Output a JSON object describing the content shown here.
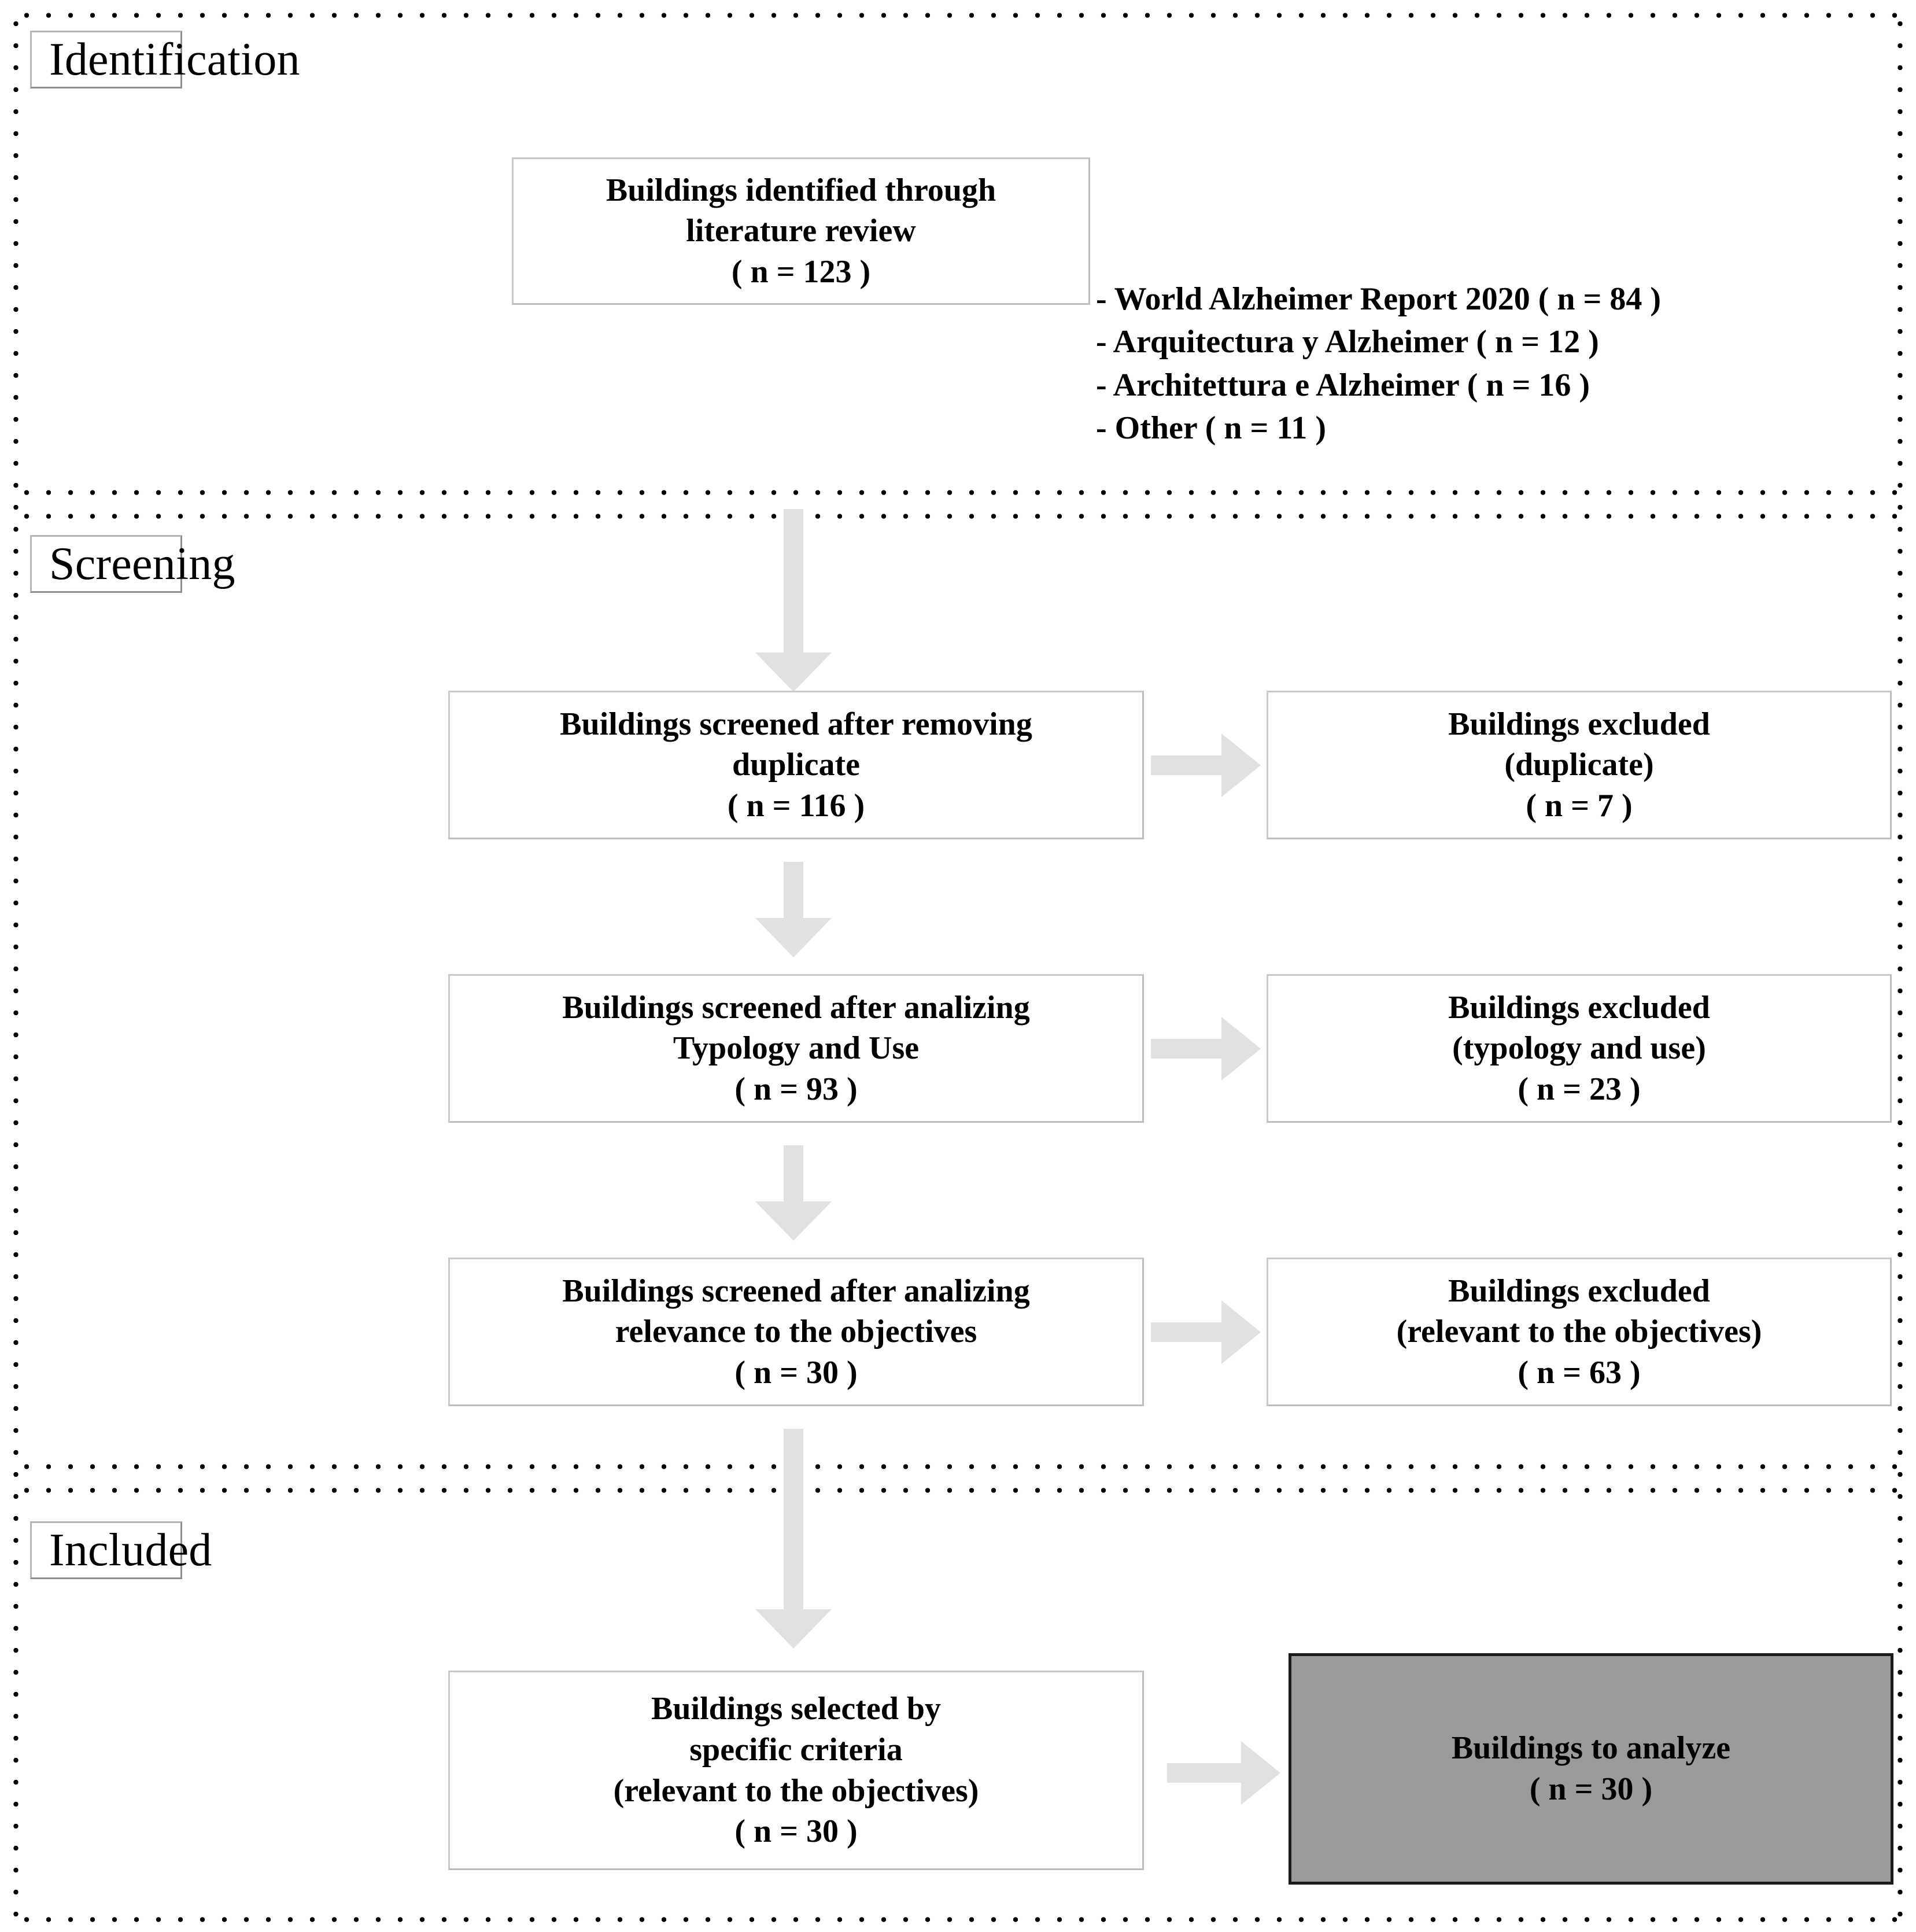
{
  "diagram": {
    "title": "PRISMA building selection flow diagram",
    "accent_arrow_color": "#dfe1e3",
    "box_border_color": "#bdbdbd",
    "highlight_fill_color": "#9b9b9b",
    "highlight_border_color": "#1a1a1a"
  },
  "stages": [
    {
      "id": "identification",
      "label": "Identification"
    },
    {
      "id": "screening",
      "label": "Screening"
    },
    {
      "id": "included",
      "label": "Included"
    }
  ],
  "identification": {
    "main_box": {
      "lines": [
        "Buildings identified through",
        "literature review",
        "( n = 123 )"
      ]
    },
    "sources": [
      "- World Alzheimer Report 2020 ( n = 84 )",
      "- Arquitectura y Alzheimer ( n = 12 )",
      "- Architettura e Alzheimer ( n = 16 )",
      "- Other ( n = 11 )"
    ]
  },
  "screening": {
    "rows": [
      {
        "kept": {
          "lines": [
            "Buildings screened after removing",
            "duplicate",
            "( n = 116 )"
          ]
        },
        "excluded": {
          "lines": [
            "Buildings excluded",
            "(duplicate)",
            "( n = 7 )"
          ]
        }
      },
      {
        "kept": {
          "lines": [
            "Buildings screened after analizing",
            "Typology and Use",
            "( n = 93 )"
          ]
        },
        "excluded": {
          "lines": [
            "Buildings excluded",
            "(typology and use)",
            "( n = 23 )"
          ]
        }
      },
      {
        "kept": {
          "lines": [
            "Buildings screened after analizing",
            "relevance to the objectives",
            "( n = 30 )"
          ]
        },
        "excluded": {
          "lines": [
            "Buildings excluded",
            "(relevant to the objectives)",
            "( n = 63 )"
          ]
        }
      }
    ]
  },
  "included": {
    "selected": {
      "lines": [
        "Buildings selected by",
        "specific criteria",
        "(relevant to the objectives)",
        "( n = 30 )"
      ]
    },
    "result": {
      "lines": [
        "Buildings to analyze",
        "( n = 30 )"
      ]
    }
  }
}
